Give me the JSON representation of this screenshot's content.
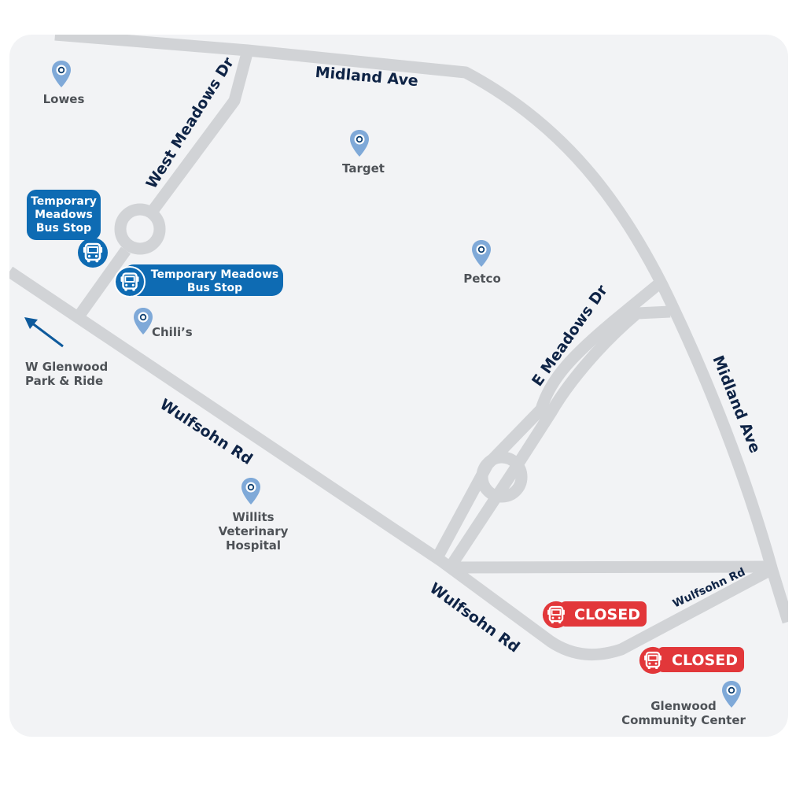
{
  "map": {
    "streets": {
      "midland_top": "Midland Ave",
      "midland_right": "Midland Ave",
      "west_meadows": "West Meadows Dr",
      "e_meadows": "E Meadows Dr",
      "wulfsohn_upper": "Wulfsohn  Rd",
      "wulfsohn_lower": "Wulfsohn  Rd",
      "wulfsohn_east": "Wulfsohn Rd"
    },
    "pois": {
      "lowes": "Lowes",
      "target": "Target",
      "petco": "Petco",
      "chilis": "Chili’s",
      "willits": [
        "Willits",
        "Veterinary",
        "Hospital"
      ],
      "glenwood": [
        "Glenwood",
        "Community Center"
      ]
    },
    "direction": [
      "W Glenwood",
      "Park & Ride"
    ],
    "temp_stop_1": [
      "Temporary",
      "Meadows",
      "Bus Stop"
    ],
    "temp_stop_2": [
      "Temporary Meadows",
      "Bus Stop"
    ],
    "closed_1": "CLOSED",
    "closed_2": "CLOSED",
    "colors": {
      "land": "#f2f3f5",
      "road": "#d1d3d6",
      "street_label": "#0f2446",
      "poi_pin": "#7fa9d8",
      "temp_stop": "#0e6bb3",
      "closed": "#e2373a"
    },
    "icons": [
      "location-pin-icon",
      "bus-icon",
      "arrow-northwest-icon"
    ]
  }
}
